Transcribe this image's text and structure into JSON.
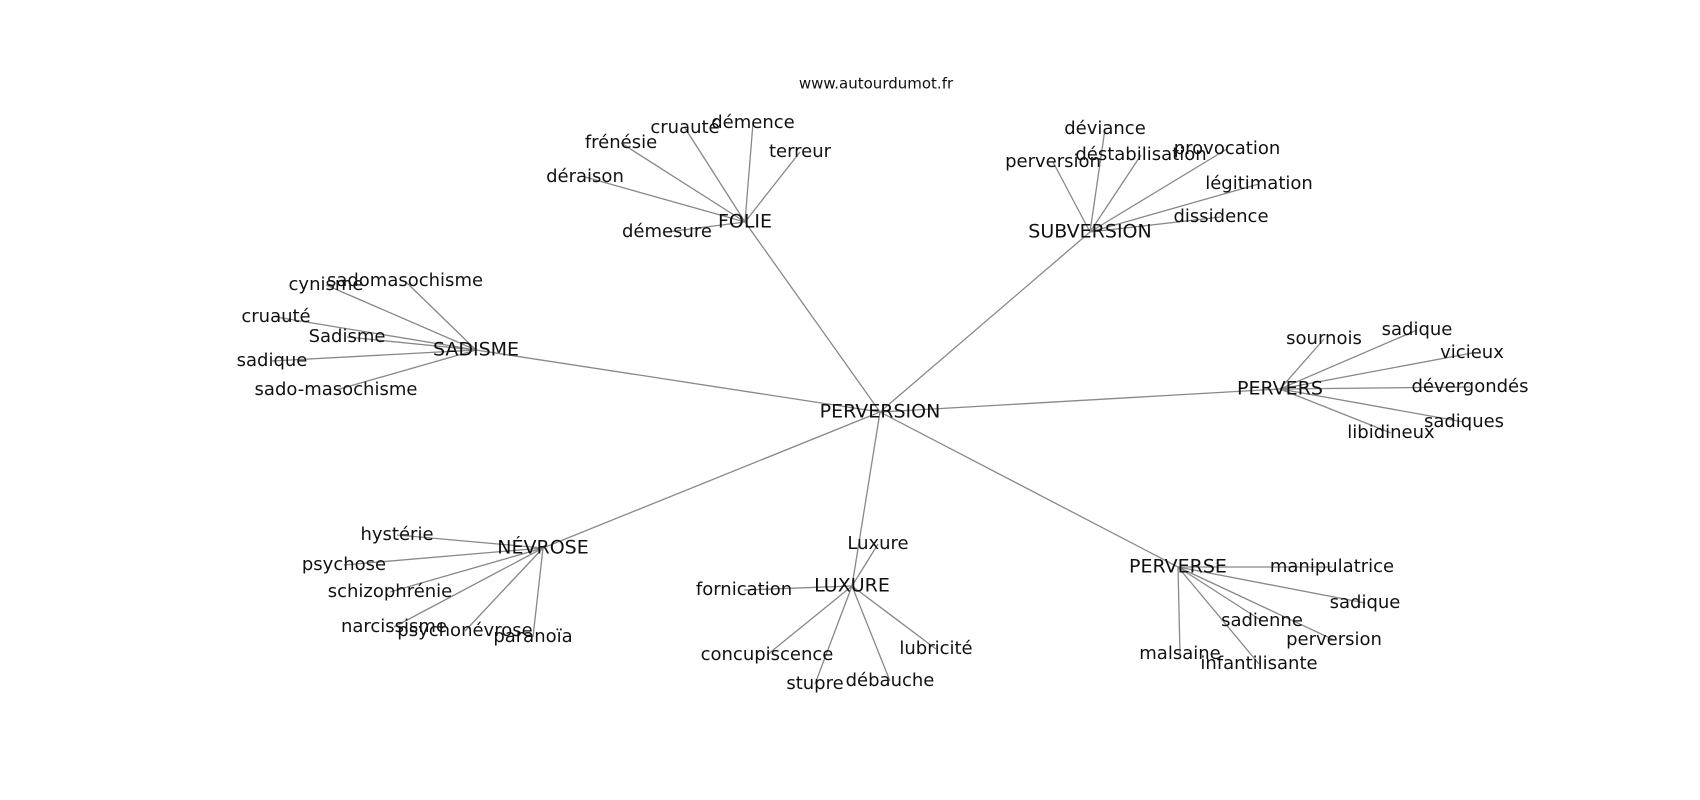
{
  "source_label": "www.autourdumot.fr",
  "center": "PERVERSION",
  "colors": {
    "edge": "#888888",
    "text": "#111111",
    "background": "#ffffff"
  },
  "clusters": [
    {
      "hub": "FOLIE",
      "words": [
        "frénésie",
        "cruauté",
        "démence",
        "terreur",
        "déraison",
        "démesure"
      ]
    },
    {
      "hub": "SUBVERSION",
      "words": [
        "déviance",
        "perversion",
        "déstabilisation",
        "provocation",
        "légitimation",
        "dissidence"
      ]
    },
    {
      "hub": "SADISME",
      "words": [
        "cynisme",
        "sadomasochisme",
        "cruauté",
        "Sadisme",
        "sadique",
        "sado-masochisme"
      ]
    },
    {
      "hub": "PERVERS",
      "words": [
        "sournois",
        "sadique",
        "vicieux",
        "dévergondés",
        "sadiques",
        "libidineux"
      ]
    },
    {
      "hub": "NÉVROSE",
      "words": [
        "hystérie",
        "psychose",
        "schizophrénie",
        "narcissisme",
        "psychonévrose",
        "paranoïa"
      ]
    },
    {
      "hub": "LUXURE",
      "words": [
        "Luxure",
        "fornication",
        "concupiscence",
        "stupre",
        "débauche",
        "lubricité"
      ]
    },
    {
      "hub": "PERVERSE",
      "words": [
        "manipulatrice",
        "sadique",
        "sadienne",
        "perversion",
        "malsaine",
        "infantilisante"
      ]
    }
  ]
}
